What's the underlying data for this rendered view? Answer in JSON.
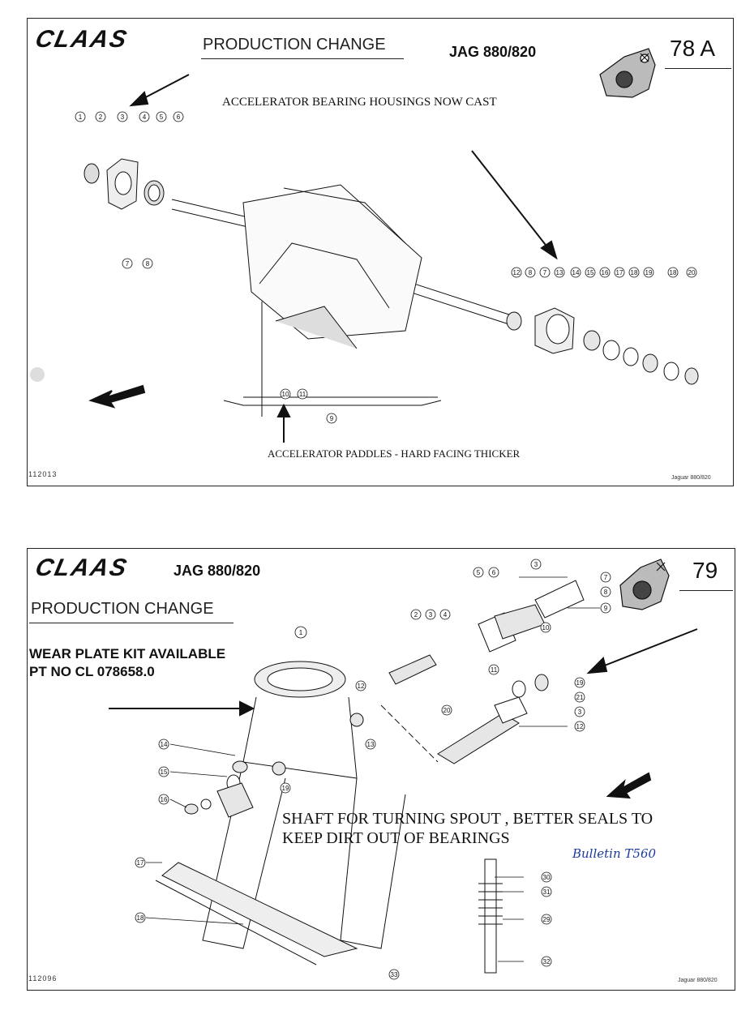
{
  "sheet_top": {
    "brand": "CLAAS",
    "heading": "PRODUCTION CHANGE",
    "model": "JAG 880/820",
    "page_number": "78 A",
    "caption_top": "ACCELERATOR BEARING HOUSINGS NOW CAST",
    "caption_bottom": "ACCELERATOR PADDLES - HARD FACING THICKER",
    "drawing_code": "112013",
    "footer": "Jaguar 880/820",
    "callouts_left": [
      "1",
      "2",
      "3",
      "4",
      "5",
      "6"
    ],
    "callouts_left_lower": [
      "7",
      "8"
    ],
    "callouts_right": [
      "12",
      "8",
      "7",
      "13",
      "14",
      "15",
      "16",
      "17",
      "18",
      "19",
      "18",
      "20"
    ],
    "callouts_center": [
      "10",
      "11",
      "9"
    ]
  },
  "sheet_bottom": {
    "brand": "CLAAS",
    "model": "JAG 880/820",
    "heading": "PRODUCTION CHANGE",
    "page_number": "79",
    "note_line1": "WEAR PLATE KIT AVAILABLE",
    "note_line2": "PT NO CL 078658.0",
    "caption_line1": "SHAFT FOR TURNING SPOUT , BETTER SEALS TO",
    "caption_line2": "KEEP DIRT OUT OF BEARINGS",
    "handwritten": "Bulletin T560",
    "drawing_code": "112096",
    "footer": "Jaguar 880/820",
    "callouts": [
      "1",
      "2",
      "3",
      "4",
      "5",
      "6",
      "3",
      "7",
      "8",
      "9",
      "10",
      "11",
      "12",
      "13",
      "14",
      "15",
      "16",
      "17",
      "18",
      "19",
      "20",
      "19",
      "21",
      "3",
      "12",
      "30",
      "31",
      "29",
      "32",
      "33"
    ]
  }
}
